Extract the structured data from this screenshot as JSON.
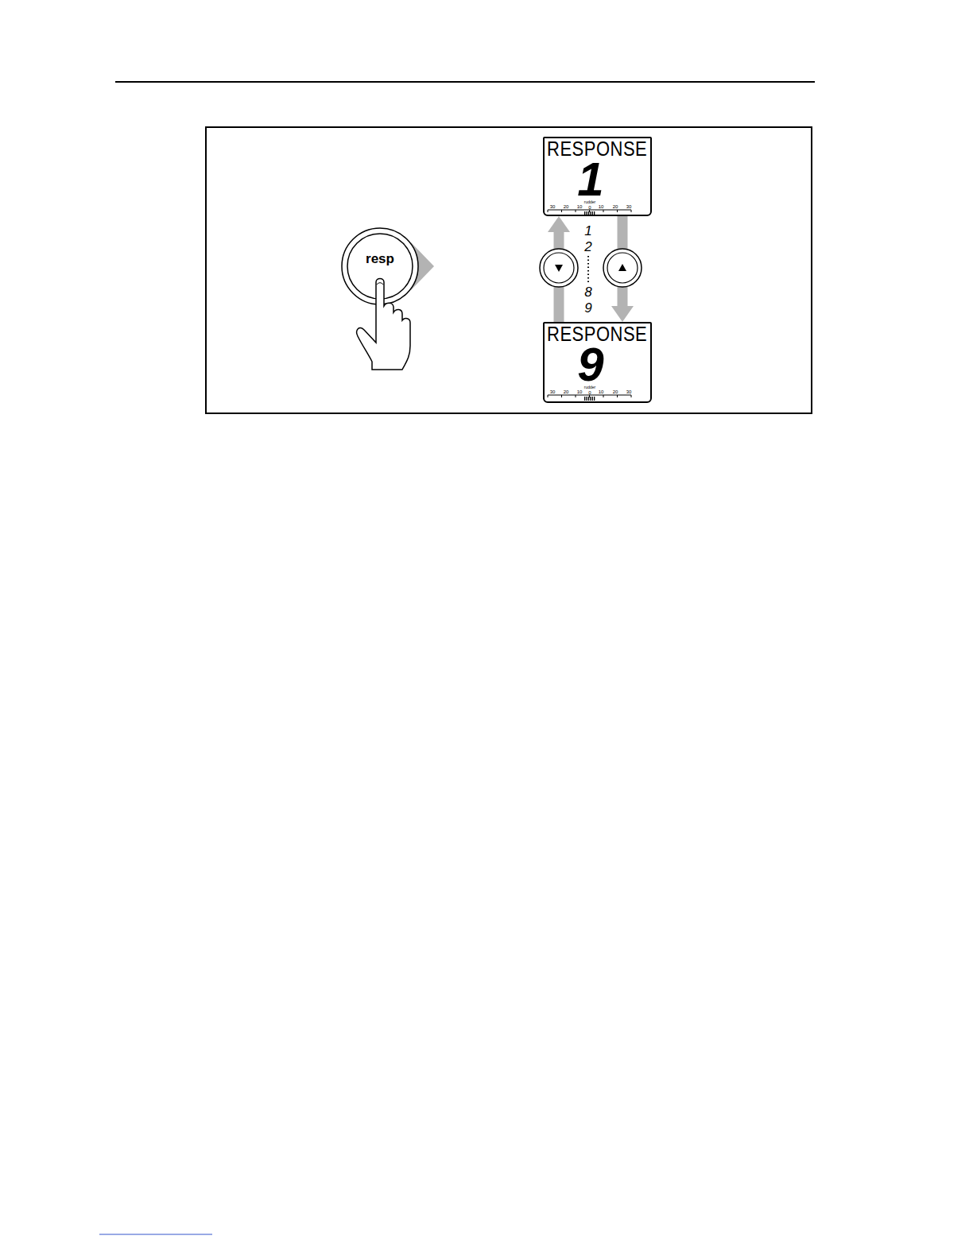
{
  "diagram": {
    "nodes": [
      {
        "text": [
          "resp"
        ]
      },
      {
        "text": [
          "RESPONSE",
          "1",
          "30",
          "20",
          "10",
          "rudder",
          "0",
          "10",
          "20",
          "30"
        ]
      },
      {
        "text": [
          "RESPONSE",
          "9",
          "30",
          "20",
          "10",
          "rudder",
          "0",
          "10",
          "20",
          "30"
        ]
      }
    ],
    "edges": [
      {
        "from": 2,
        "to": 1,
        "arrow": "to"
      },
      {
        "from": 1,
        "to": 2,
        "arrow": "to"
      }
    ],
    "labels": [
      "1",
      "2",
      "8",
      "9"
    ]
  }
}
